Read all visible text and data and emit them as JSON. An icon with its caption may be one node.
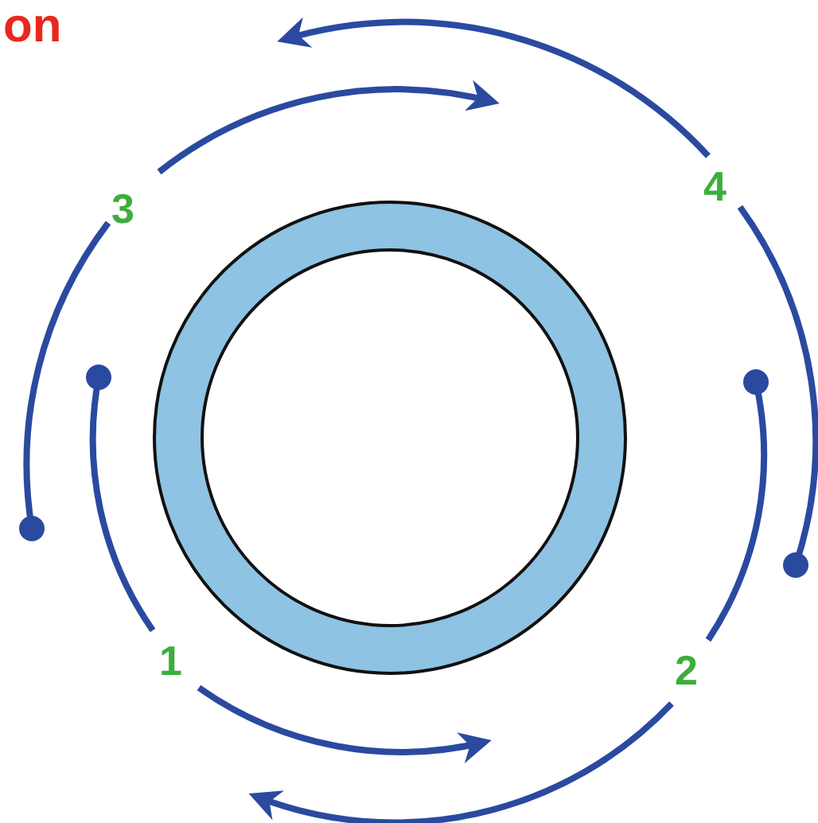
{
  "diagram": {
    "labels": [
      "on",
      "3",
      "4",
      "1",
      "2"
    ]
  }
}
